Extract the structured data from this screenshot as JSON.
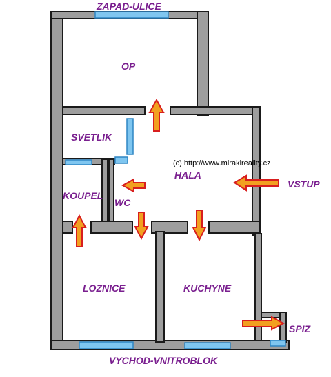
{
  "labels": {
    "west": "ZAPAD-ULICE",
    "east": "VYCHOD-VNITROBLOK",
    "op": "OP",
    "svetlik": "SVETLIK",
    "koupel": "KOUPEL",
    "wc": "WC",
    "hala": "HALA",
    "vstup": "VSTUP",
    "loznice": "LOZNICE",
    "kuchyne": "KUCHYNE",
    "spiz": "SPIZ"
  },
  "credit": "(c) http://www.miraklreality.cz",
  "colors": {
    "wall": "#9e9e9e",
    "wall_outline": "#1a1a1a",
    "window": "#7fc6f0",
    "window_outline": "#2f86c4",
    "arrow_fill": "#f2a020",
    "arrow_stroke": "#d81e1e",
    "label": "#7a1f8f"
  },
  "arrow_icons": [
    "arrow-up-icon",
    "arrow-down-icon",
    "arrow-left-icon",
    "arrow-right-icon"
  ]
}
